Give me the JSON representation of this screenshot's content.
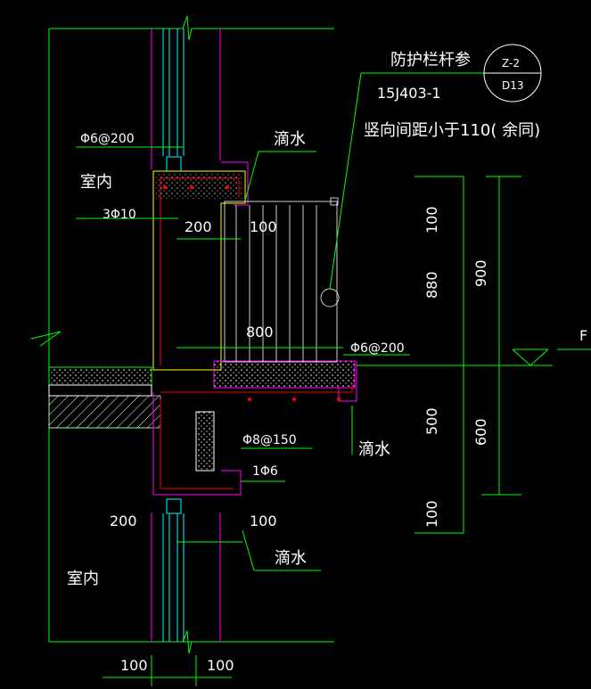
{
  "colors": {
    "background": "#000000",
    "text": "#ffffff",
    "green": "#00ff00",
    "cyan": "#00ffff",
    "magenta": "#ff00ff",
    "yellow": "#ffff00",
    "red": "#ff0000",
    "white": "#ffffff"
  },
  "labels": {
    "guardrail_ref": "防护栏杆参",
    "atlas_ref": "15J403-1",
    "spacing_note": "竖向间距小于110(  余同)",
    "detail_top": "Z-2",
    "detail_bottom": "D13",
    "rebar_top": "Φ6@200",
    "drip_1": "滴水",
    "room_upper": "室内",
    "rebar_main": "3Φ10",
    "dim_200a": "200",
    "dim_100a": "100",
    "dim_800": "800",
    "rebar_slab": "Φ6@200",
    "drip_2": "滴水",
    "rebar_lower": "Φ8@150",
    "rebar_small": "1Φ6",
    "dim_200b": "200",
    "dim_100b": "100",
    "drip_3": "滴水",
    "room_lower": "室内",
    "dim_100_bl": "100",
    "dim_100_br": "100",
    "vdim_100_top": "100",
    "vdim_880": "880",
    "vdim_900": "900",
    "vdim_500": "500",
    "vdim_600": "600",
    "vdim_100_bot": "100",
    "edge_fragment": "F"
  }
}
